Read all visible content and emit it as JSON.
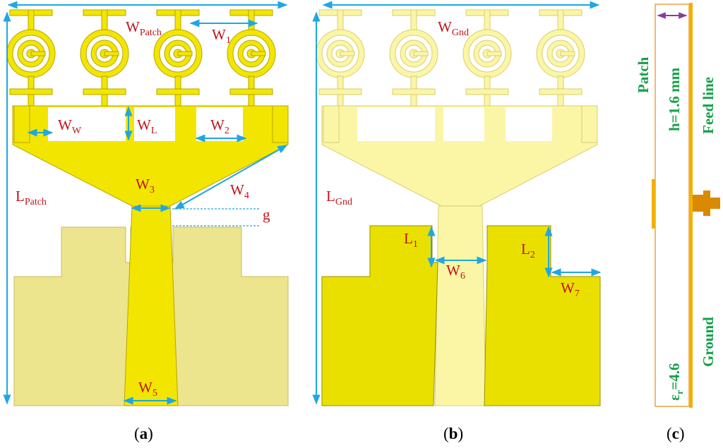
{
  "labels": {
    "w_patch": "W",
    "w_patch_sub": "Patch",
    "w1": "W",
    "w1_sub": "1",
    "ww": "W",
    "ww_sub": "W",
    "wl": "W",
    "wl_sub": "L",
    "w2": "W",
    "w2_sub": "2",
    "w3": "W",
    "w3_sub": "3",
    "w4": "W",
    "w4_sub": "4",
    "g": "g",
    "l_patch": "L",
    "l_patch_sub": "Patch",
    "w5": "W",
    "w5_sub": "5",
    "w_gnd": "W",
    "w_gnd_sub": "Gnd",
    "l_gnd": "L",
    "l_gnd_sub": "Gnd",
    "l1": "L",
    "l1_sub": "1",
    "l2": "L",
    "l2_sub": "2",
    "w6": "W",
    "w6_sub": "6",
    "w7": "W",
    "w7_sub": "7"
  },
  "side_view": {
    "patch": "Patch",
    "height": "h=1.6 mm",
    "feed_line": "Feed line",
    "ground": "Ground",
    "epsilon_symbol": "ε",
    "epsilon_sub": "r",
    "epsilon_value": "=4.6"
  },
  "captions": {
    "a_open": "(",
    "a_letter": "a",
    "a_close": ")",
    "b_open": "(",
    "b_letter": "b",
    "b_close": ")",
    "c_open": "(",
    "c_letter": "c",
    "c_close": ")"
  },
  "colors": {
    "patch": "#f2e600",
    "patch_stroke": "#b8a400",
    "ground_light": "#ede48e",
    "ground_dark": "#e9e000",
    "patch_light": "#fbf5a6",
    "dimension": "#1ea7e3",
    "label_red": "#c0141b",
    "label_green": "#16a04a",
    "substrate_edge": "#f0a040",
    "feed_line": "#f2b000",
    "connector": "#d98a00",
    "height_arrow": "#8a3aa0"
  }
}
